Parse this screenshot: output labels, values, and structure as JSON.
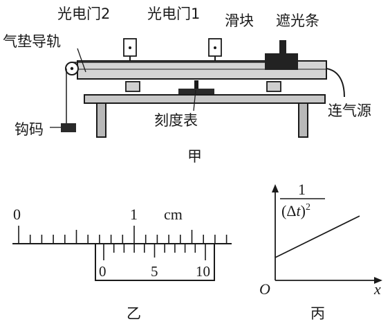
{
  "figure_a": {
    "caption": "甲",
    "labels": {
      "gate2": "光电门2",
      "gate1": "光电门1",
      "slider": "滑块",
      "shade_strip": "遮光条",
      "air_track": "气垫导轨",
      "hook_weight": "钩码",
      "scale": "刻度表",
      "air_source": "连气源"
    }
  },
  "figure_b": {
    "caption": "乙",
    "main_zero": "0",
    "main_one": "1",
    "unit": "cm",
    "vernier_labels": [
      "0",
      "5",
      "10"
    ]
  },
  "figure_c": {
    "caption": "丙",
    "y_num": "1",
    "y_den_open": "(",
    "y_den_delta": "Δ",
    "y_den_t": "t",
    "y_den_close": ")",
    "y_den_exp": "2",
    "x_label": "x",
    "origin": "O"
  }
}
